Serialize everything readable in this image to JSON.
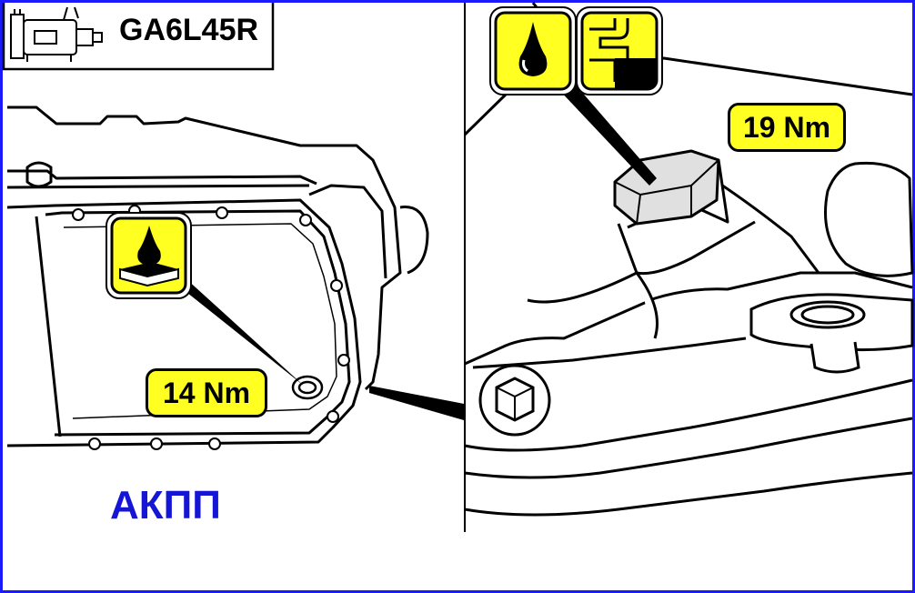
{
  "model_code": "GA6L45R",
  "caption": "АКПП",
  "torque_left": "14 Nm",
  "torque_right": "19 Nm",
  "icons": {
    "transmission": "transmission-icon",
    "oil_drain": "oil-drain-icon",
    "oil_drop": "oil-drop-icon",
    "oil_level": "oil-level-icon"
  },
  "colors": {
    "frame": "#1a1aff",
    "label_fill": "#ffff22",
    "caption": "#1515d6"
  }
}
